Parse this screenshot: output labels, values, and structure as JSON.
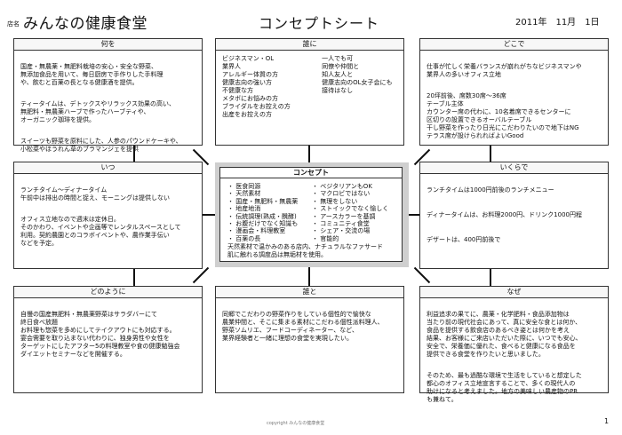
{
  "header": {
    "label": "店名",
    "store_name": "みんなの健康食堂",
    "doc_title": "コンセプトシート",
    "date": {
      "year": "2011年",
      "month": "11月",
      "day": "1日"
    }
  },
  "boxes": {
    "what": {
      "title": "何を",
      "paragraphs": [
        "国産・無農薬・無肥料栽培の安心・安全な野菜、\n無添加食品を用いて、毎日厨房で手作りした手料理\nや、飲むと百薬の長となる健康酒を提供。",
        "ティータイムは、デトックスやリラックス効果の高い、\n無肥料・無農薬ハーブで作ったハーブティや、\nオーガニック珈琲を提供。",
        "スイーツも野菜を原料にした、人参のパウンドケーキや、\n小松菜やほうれん草のブラマンジェを提供"
      ]
    },
    "who": {
      "title": "誰に",
      "col1": "ビジネスマン・OL\n業界人\nアレルギー体質の方\n健康志向の強い方\n不健康な方\nメタボにお悩みの方\nブライダルをお控えの方\n出産をお控えの方",
      "col2": "一人でも可\n同僚や仲間と\n知人友人と\n健康志向のOL女子会にも\n接待はなし"
    },
    "where": {
      "title": "どこで",
      "paragraphs": [
        "仕事が忙しく栄養バランスが崩れがちなビジネスマンや\n業界人の多いオフィス立地",
        "20坪前後、席数30席～36席\nテーブル主体\nカウンター席の代わに、10名着席できるセンターに\n区切りの設置できるオーバルテーブル\n干し野菜を作ったり日光にこだわりたいので地下はNG\nテラス席が設けられればよいGood"
      ]
    },
    "when": {
      "title": "いつ",
      "paragraphs": [
        "ランチタイム～ディナータイム\n午前中は排出の時間と捉え、モーニングは提供しない",
        "オフィス立地なので週末は定休日。\nそのかわり、イベントや企画等でレンタルスペースとして\n利用。契約農園とのコラボイベントや、農作業手伝い\nなどを予定。"
      ]
    },
    "price": {
      "title": "いくらで",
      "paragraphs": [
        "ランチタイムは1000円前後のランチメニュー",
        "ディナータイムは、お料理2000円、ドリンク1000円程",
        "デザートは、400円前後で"
      ]
    },
    "how": {
      "title": "どのように",
      "paragraphs": [
        "自慢の国産無肥料・無農薬野菜はサラダバーにて\n終日食べ放題\nお料理も惣菜を多めにしてテイクアウトにも対応する。\n宴会需要を取り込まない代わりに、独身男性や女性を\nターゲットにしたアフター5の料理教室や食の健康勉強会\nダイエットセミナーなどを開催する。"
      ]
    },
    "by_whom": {
      "title": "誰と",
      "paragraphs": [
        "同郷でこだわりの野菜作りをしている個性的で愉快な\n農業仲間と、そこに集まる素材にこだわる個性派料理人、\n野菜ソムリエ、フードコーディネーター、など、\n業界経験者と一緒に理想の食堂を実現したい。"
      ]
    },
    "why": {
      "title": "なぜ",
      "paragraphs": [
        "利益追求の果てに、農薬・化学肥料・食品添加物は\n当たり前の現代社会にあって、真に安全な食とは何か、\n食品を提供する飲食店のあるべき姿とは何かを考え\n結果、お客様にご来店いただいた際に、いつでも安心、\n安全で、栄養価に優れた、食べると健康になる食品を\n提供できる食堂を作りたいと思いました。",
        "そのため、最も過酷な環境で生活をしていると想定した\n都心のオフィス立地宣言することで、多くの現代人の\n助けになると考えました。地方の美味しい農産物のPR\nも兼ねて。"
      ]
    }
  },
  "concept": {
    "title": "コンセプト",
    "col1": "・ 医食同源\n・ 天然素材\n・ 国産・無肥料・無農薬\n・ 地産地消\n・ 伝統調理(熟成・醗酵)\n・ お腹だけでなく知識も\n・ 漫画会・料理教室\n・ 百薬の長",
    "col2": "・ ベジタリアンもOK\n・ マクロビではない\n・ 無理をしない\n・ ストイックでなく愉しく\n・ アースカラーを基調\n・ コミュニティ食堂\n・ シェア・交流の場\n・ 官能的",
    "summary": "天然素材で温かみのある店内、ナチュラルなファサード\n肌に触れる調度品は無垢材を使用。"
  },
  "footer": {
    "credit": "copyright みんなの健康食堂",
    "page": "1"
  }
}
